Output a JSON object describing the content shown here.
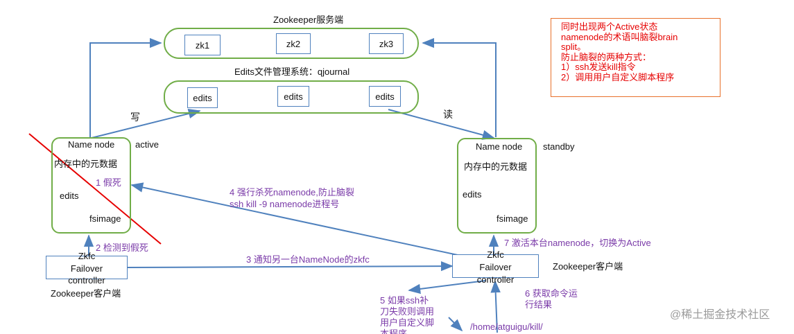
{
  "zookeeper_server": {
    "title": "Zookeeper服务端",
    "nodes": [
      "zk1",
      "zk2",
      "zk3"
    ]
  },
  "edits_system": {
    "title": "Edits文件管理系统：qjournal",
    "nodes": [
      "edits",
      "edits",
      "edits"
    ]
  },
  "arrows": {
    "write": "写",
    "read": "读"
  },
  "note": {
    "lines": [
      "同时出现两个Active状态",
      "namenode的术语叫脑裂brain",
      "split。",
      "防止脑裂的两种方式：",
      "1）ssh发送kill指令",
      "2）调用用户自定义脚本程序"
    ]
  },
  "left_namenode": {
    "title": "Name node",
    "state": "active",
    "metadata": "内存中的元数据",
    "edits": "edits",
    "fsimage": "fsimage",
    "fake_death": "1 假死"
  },
  "right_namenode": {
    "title": "Name node",
    "state": "standby",
    "metadata": "内存中的元数据",
    "edits": "edits",
    "fsimage": "fsimage"
  },
  "steps": {
    "step2": "2 检测到假死",
    "step3": "3 通知另一台NameNode的zkfc",
    "step4_line1": "4 强行杀死namenode,防止脑裂",
    "step4_line2": "ssh kill -9 namenode进程号",
    "step5_lines": [
      "5 如果ssh补",
      "刀失败则调用",
      "用户自定义脚",
      "本程序"
    ],
    "step6_lines": [
      "6 获取命令运",
      "行结果"
    ],
    "step7": "7 激活本台namenode，切换为Active"
  },
  "left_zkfc": {
    "lines": [
      "Zkfc",
      "Failover",
      "controller"
    ],
    "client_label": "Zookeeper客户端"
  },
  "right_zkfc": {
    "lines": [
      "Zkfc",
      "Failover",
      "controller"
    ],
    "client_label": "Zookeeper客户端"
  },
  "script_path": "/home/atguigu/kill/",
  "watermark": "@稀土掘金技术社区",
  "colors": {
    "green": "#70ad47",
    "blue": "#4f81bd",
    "red": "#e60000",
    "purple": "#7a3aa8",
    "note_border": "#e8702a"
  }
}
